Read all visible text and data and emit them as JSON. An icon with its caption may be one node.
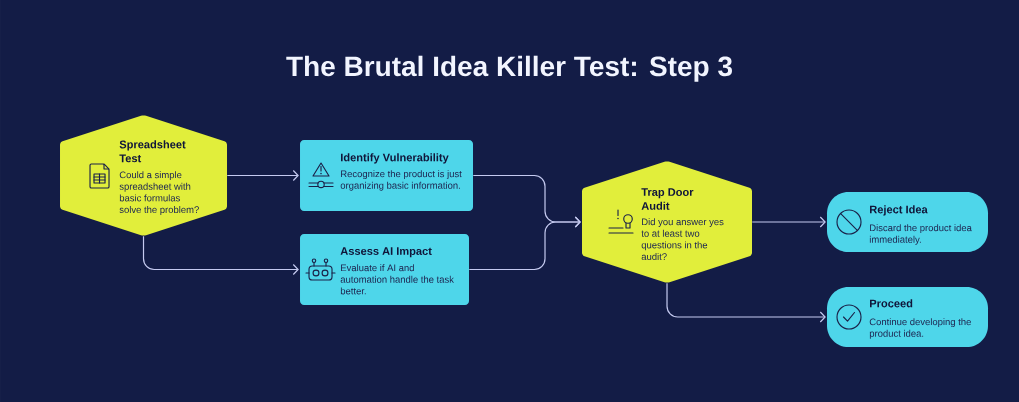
{
  "diagram": {
    "title": "The Brutal Idea Killer Test: Step 3",
    "nodes": [
      {
        "text": [
          "Spreadsheet Test",
          "Could a simple spreadsheet with basic formulas solve the problem?"
        ]
      },
      {
        "text": [
          "Identify Vulnerability",
          "Recognize the product is just organizing basic information."
        ]
      },
      {
        "text": [
          "Assess AI Impact",
          "Evaluate if AI and automation handle the task better."
        ]
      },
      {
        "text": [
          "Trap Door Audit",
          "Did you answer yes to at least two questions in the audit?"
        ]
      },
      {
        "text": [
          "Reject Idea",
          "Discard the product idea immediately."
        ]
      },
      {
        "text": [
          "Proceed",
          "Continue developing the product idea."
        ]
      }
    ],
    "edges": [
      {
        "from": 0,
        "to": 1,
        "arrow": "to"
      },
      {
        "from": 0,
        "to": 2,
        "arrow": "to"
      },
      {
        "from": 1,
        "to": 3,
        "arrow": "to"
      },
      {
        "from": 2,
        "to": 3,
        "arrow": "to"
      },
      {
        "from": 3,
        "to": 4,
        "arrow": "to"
      },
      {
        "from": 3,
        "to": 5,
        "arrow": "to"
      }
    ]
  }
}
